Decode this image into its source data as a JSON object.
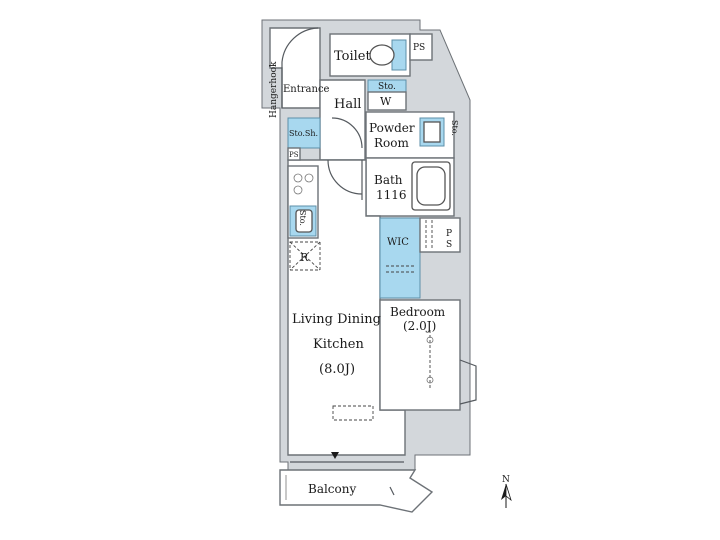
{
  "colors": {
    "wall": "#d3d7db",
    "fixture": "#a8d8ef",
    "line": "#555a5f",
    "background": "#ffffff"
  },
  "labels": {
    "toilet": "Toilet",
    "ps_top": "PS",
    "hanger_hook": "Hangerhook",
    "entrance": "Entrance",
    "sto_top": "Sto.",
    "w": "W",
    "hall": "Hall",
    "powder_room_1": "Powder",
    "powder_room_2": "Room",
    "sto_powder": "Sto.",
    "shoes_cabinet": "Sto.Sh.",
    "ps_entrance": "PS",
    "bath": "Bath",
    "bath_size": "1116",
    "sto_kitchen": "Sto.",
    "refrigerator": "R",
    "wic": "WIC",
    "ps_wic_1": "P",
    "ps_wic_2": "S",
    "bedroom": "Bedroom",
    "bedroom_size": "(2.0J)",
    "ldk_1": "Living Dining",
    "ldk_2": "Kitchen",
    "ldk_size": "(8.0J)",
    "balcony": "Balcony",
    "north": "N"
  }
}
